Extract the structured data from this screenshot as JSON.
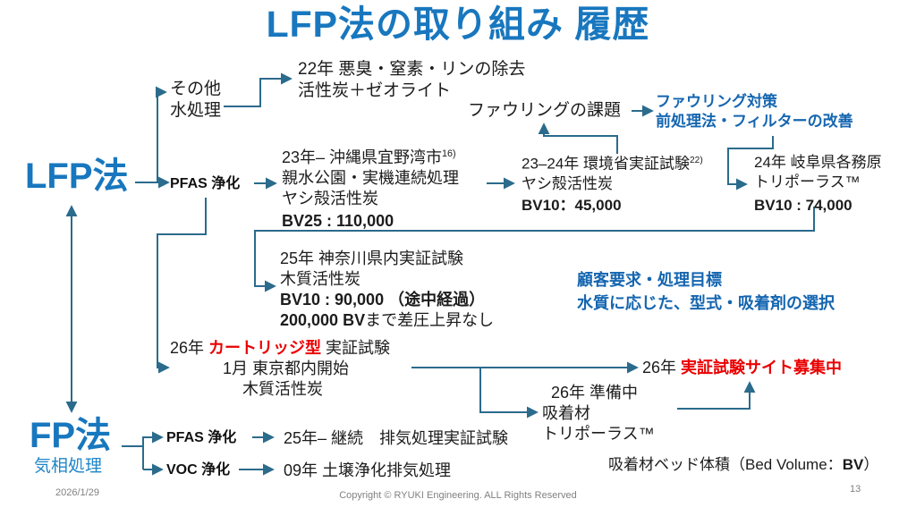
{
  "slide": {
    "title": "LFP法の取り組み 履歴",
    "footer": {
      "date": "2026/1/29",
      "copyright": "Copyright © RYUKI Engineering. ALL Rights Reserved",
      "page": "13"
    }
  },
  "colors": {
    "accent_blue": "#1877be",
    "annotation_blue": "#1566b0",
    "arrow": "#2b6b8c",
    "alert_red": "#ea0000"
  },
  "tree": {
    "lfp_label": "LFP法",
    "fp_label": "FP法",
    "fp_sublabel": "気相処理",
    "other_water": {
      "l1": "その他",
      "l2": "水処理"
    },
    "lfp_pfas": "PFAS 浄化",
    "fp_pfas": "PFAS 浄化",
    "fp_voc": "VOC 浄化"
  },
  "nodes": {
    "y22": {
      "l1": "22年 悪臭・窒素・リンの除去",
      "l2": "活性炭＋ゼオライト"
    },
    "fouling_issue": "ファウリングの課題",
    "fouling_fix": {
      "l1": "ファウリング対策",
      "l2": "前処理法・フィルターの改善"
    },
    "y23_okinawa": {
      "l1": "23年– 沖縄県宜野湾市",
      "l1_sup": "16)",
      "l2": "親水公園・実機連続処理",
      "l3": "ヤシ殻活性炭",
      "bv": "BV25 : 110,000"
    },
    "y2324_env": {
      "l1": "23–24年 環境省実証試験",
      "l1_sup": "22)",
      "l2": "ヤシ殻活性炭",
      "bv": "BV10：45,000"
    },
    "y24_gifu": {
      "l1": "24年 岐阜県各務原",
      "l2": "トリポーラス™",
      "bv": "BV10 : 74,000"
    },
    "y25_kanagawa": {
      "l1": "25年 神奈川県内実証試験",
      "l2": "木質活性炭",
      "bv": "BV10 :  90,000 （途中経過）",
      "l4_bold": "200,000 BV",
      "l4_rest": "まで差圧上昇なし"
    },
    "selection_note": {
      "l1": "顧客要求・処理目標",
      "l2": "水質に応じた、型式・吸着剤の選択"
    },
    "y26_cartridge": {
      "pre": "26年 ",
      "highlight": "カートリッジ型",
      "post": " 実証試験",
      "l2": "1月 東京都内開始",
      "l3": "木質活性炭"
    },
    "y26_site": {
      "pre": "26年 ",
      "highlight": "実証試験サイト募集中"
    },
    "y26_prep": {
      "l1": "26年 準備中",
      "l2": "吸着材",
      "l3": "トリポーラス™"
    },
    "y25_fp": "25年– 継続　排気処理実証試験",
    "y09_voc": "09年 土壌浄化排気処理",
    "bv_note": {
      "pre": "吸着材ベッド体積（Bed Volume：",
      "bold": "BV",
      "post": "）"
    }
  }
}
